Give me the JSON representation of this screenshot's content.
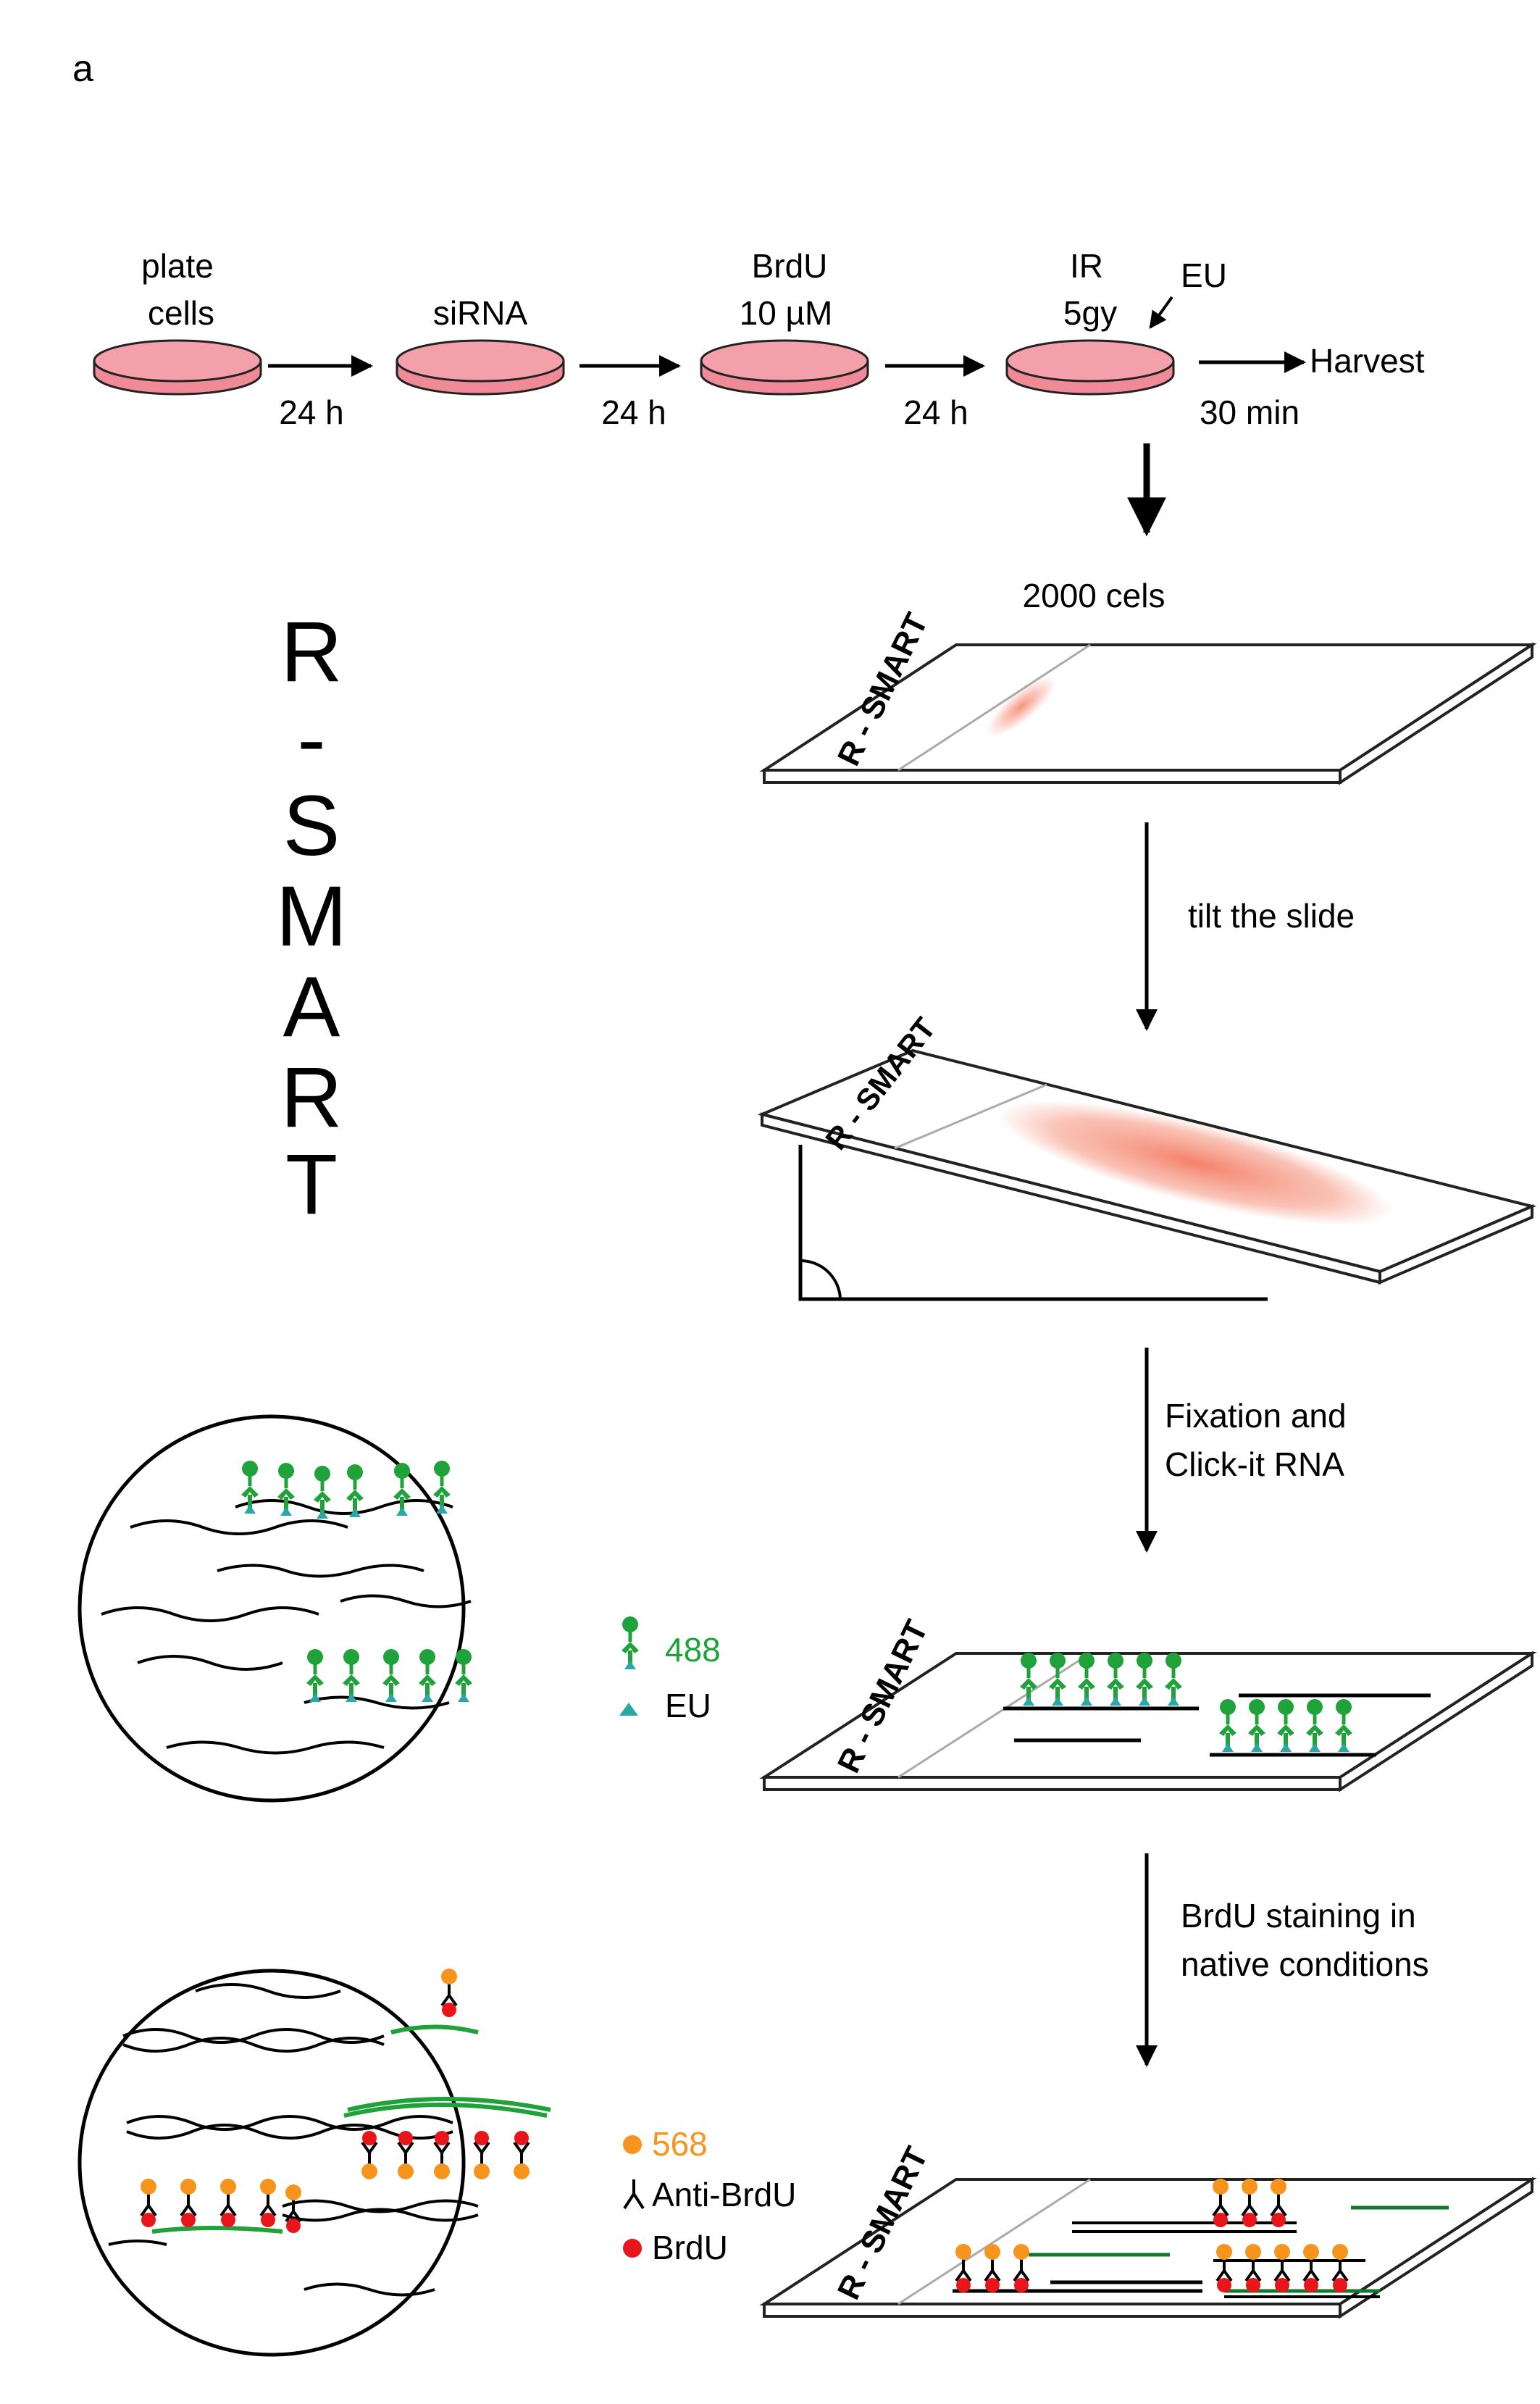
{
  "panel_label": "a",
  "title_letters": [
    "R",
    "-",
    "S",
    "M",
    "A",
    "R",
    "T"
  ],
  "timeline": {
    "steps": [
      {
        "label_top": "plate",
        "label_bottom": "cells"
      },
      {
        "label_top": "",
        "label_bottom": "siRNA"
      },
      {
        "label_top": "BrdU",
        "label_bottom": "10 µM"
      },
      {
        "label_top": "IR",
        "label_bottom": "5gy"
      }
    ],
    "intervals": [
      "24 h",
      "24 h",
      "24 h",
      "30 min"
    ],
    "eu_label": "EU",
    "harvest_label": "Harvest"
  },
  "cell_count_label": "2000 cels",
  "slide_label": "R - SMART",
  "workflow_steps": [
    {
      "line1": "tilt the slide",
      "line2": ""
    },
    {
      "line1": "Fixation and",
      "line2": "Click-it RNA"
    },
    {
      "line1": "BrdU staining in",
      "line2": "native conditions"
    }
  ],
  "legend_rna": {
    "dye_label": "488",
    "eu_label": "EU"
  },
  "legend_dna": {
    "dye_label": "568",
    "antibody_label": "Anti-BrdU",
    "brdu_label": "BrdU"
  },
  "colors": {
    "dish_fill": "#f08a96",
    "dye_488": "#1fa23a",
    "eu": "#2aa7a7",
    "dye_568": "#f7941d",
    "brdu": "#e8161b",
    "rna_strand": "#14772e",
    "smear": "#f58a72"
  }
}
